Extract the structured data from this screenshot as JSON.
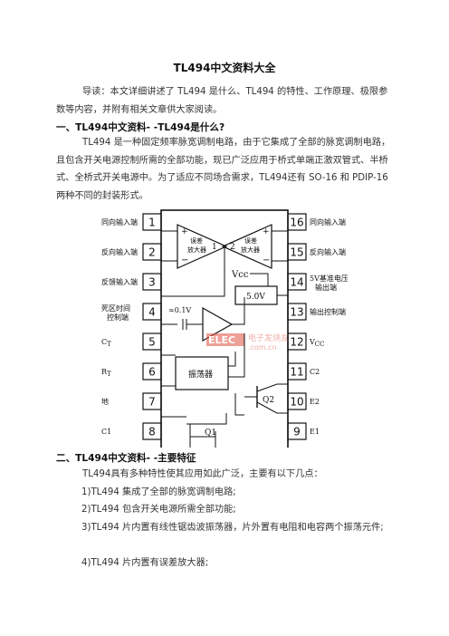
{
  "doc": {
    "title": "TL494中文资料大全",
    "intro": "导读：本文详细讲述了 TL494 是什么、TL494 的特性、工作原理、极限参数等内容，并附有相关文章供大家阅读。",
    "section1_heading": "一、TL494中文资料- -TL494是什么?",
    "section1_body": "TL494 是一种固定频率脉宽调制电路，由于它集成了全部的脉宽调制电路，且包含开关电源控制所需的全部功能，现已广泛应用于桥式单端正激双管式、半桥式、全桥式开关电源中。为了适应不同场合需求，TL494还有 SO-16 和 PDIP-16 两种不同的封装形式。",
    "section2_heading": "二、TL494中文资料- -主要特征",
    "section2_intro": "TL494具有多种特性使其应用如此广泛，主要有以下几点：",
    "features": [
      "1)TL494 集成了全部的脉宽调制电路;",
      "2)TL494 包含开关电源所需全部功能;",
      "3)TL494  片内置有线性锯齿波振荡器，片外置有电阻和电容两个振荡元件;",
      "4)TL494 片内置有误差放大器;"
    ]
  },
  "diagram": {
    "left_pins": [
      {
        "num": "1",
        "label": "同向输入端"
      },
      {
        "num": "2",
        "label": "反向输入端"
      },
      {
        "num": "3",
        "label": "反馈输入端"
      },
      {
        "num": "4",
        "label": "死区时间",
        "label2": "控制端"
      },
      {
        "num": "5",
        "label": "C",
        "sub": "T"
      },
      {
        "num": "6",
        "label": "R",
        "sub": "T"
      },
      {
        "num": "7",
        "label": "地"
      },
      {
        "num": "8",
        "label": "C1"
      }
    ],
    "right_pins": [
      {
        "num": "16",
        "label": "同向输入端"
      },
      {
        "num": "15",
        "label": "反向输入端"
      },
      {
        "num": "14",
        "label": "5V基准电压",
        "label2": "输出端"
      },
      {
        "num": "13",
        "label": "输出控制端"
      },
      {
        "num": "12",
        "label": "V",
        "sub": "CC"
      },
      {
        "num": "11",
        "label": "C2"
      },
      {
        "num": "10",
        "label": "E2"
      },
      {
        "num": "9",
        "label": "E1"
      }
    ],
    "amp1_label": [
      "误差",
      "放大器"
    ],
    "amp2_label": [
      "误差",
      "放大器"
    ],
    "amp1_num": "1",
    "amp2_num": "2",
    "vcc_label": "Vcc",
    "ref_label": "5.0V",
    "deadtime_label": "≈0.1V",
    "osc_label": "振荡器",
    "q1_label": "Q1",
    "q2_label": "Q2",
    "watermark": "电子发烧友",
    "watermark2": ".com.cn",
    "colors": {
      "watermark": "#e05040"
    }
  }
}
